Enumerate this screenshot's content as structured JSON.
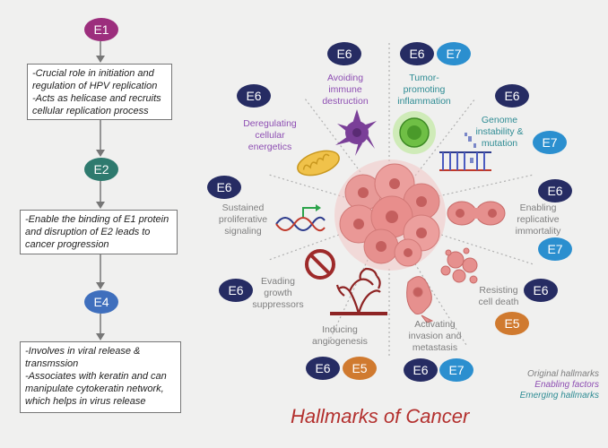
{
  "left_panel": {
    "e1": {
      "label": "E1",
      "color": "#9c2e7d",
      "lines": [
        "-Crucial role in initiation and",
        "regulation of HPV replication",
        "-Acts as helicase and recruits",
        "cellular replication process"
      ]
    },
    "e2": {
      "label": "E2",
      "color": "#2e7a6e",
      "lines": [
        "-Enable the binding of E1 protein",
        "and disruption of E2 leads to",
        "cancer progression"
      ]
    },
    "e4": {
      "label": "E4",
      "color": "#3f6fbd",
      "lines": [
        "-Involves in viral release &",
        "transmssion",
        "-Associates with keratin and can",
        "manipulate cytokeratin network,",
        "which helps in virus release"
      ]
    }
  },
  "protein_colors": {
    "E6": "#262c63",
    "E7": "#2b8fcf",
    "E5": "#d07a2f"
  },
  "badges": {
    "e5": "E5",
    "e6": "E6",
    "e7": "E7"
  },
  "hallmarks": {
    "avoiding_immune": [
      "Avoiding",
      "immune",
      "destruction"
    ],
    "tumor_promoting": [
      "Tumor-",
      "promoting",
      "inflammation"
    ],
    "genome_instability": [
      "Genome",
      "instability &",
      "mutation"
    ],
    "enabling_replicative": [
      "Enabling",
      "replicative",
      "immortality"
    ],
    "resisting_death": [
      "Resisting",
      "cell death"
    ],
    "activating_invasion": [
      "Activating",
      "invasion and",
      "metastasis"
    ],
    "inducing_angiogenesis": [
      "Inducing",
      "angiogenesis"
    ],
    "evading_growth": [
      "Evading",
      "growth",
      "suppressors"
    ],
    "sustained_signaling": [
      "Sustained",
      "proliferative",
      "signaling"
    ],
    "deregulating_energetics": [
      "Deregulating",
      "cellular",
      "energetics"
    ]
  },
  "legend": {
    "original": "Original hallmarks",
    "enabling": "Enabling factors",
    "emerging": "Emerging hallmarks"
  },
  "title": "Hallmarks of Cancer"
}
